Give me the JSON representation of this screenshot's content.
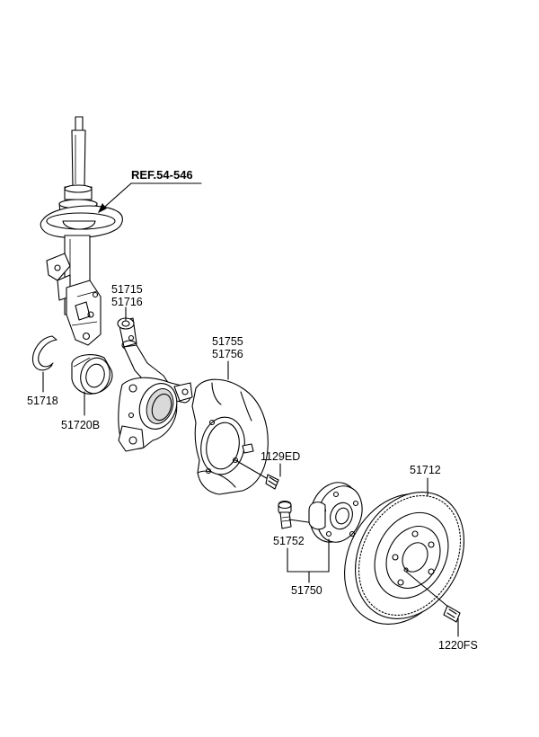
{
  "labels": {
    "ref_54_546": "REF.54-546",
    "part_51715": "51715",
    "part_51716": "51716",
    "part_51755": "51755",
    "part_51756": "51756",
    "part_51718": "51718",
    "part_51720B": "51720B",
    "part_1129ED": "1129ED",
    "part_51712": "51712",
    "part_51752": "51752",
    "part_51750": "51750",
    "part_1220FS": "1220FS"
  }
}
